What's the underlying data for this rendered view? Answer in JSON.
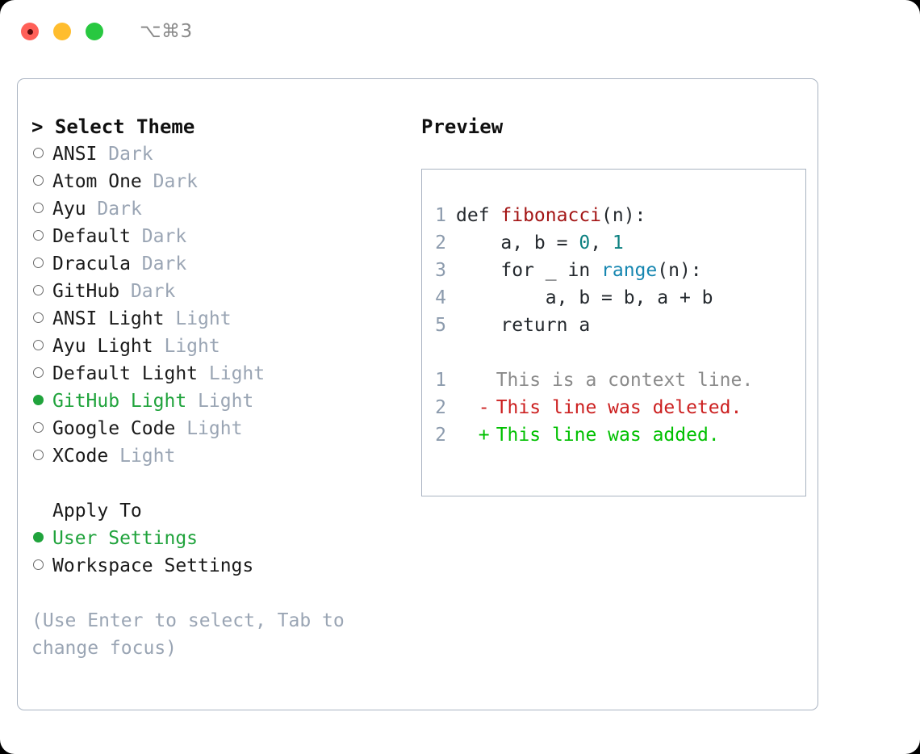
{
  "window": {
    "shortcut": "⌥⌘3",
    "traffic_lights": [
      {
        "name": "close",
        "color": "#ff6058"
      },
      {
        "name": "minimize",
        "color": "#ffbd2e"
      },
      {
        "name": "maximize",
        "color": "#28c840"
      }
    ]
  },
  "theme_list": {
    "header": "> Select Theme",
    "items": [
      {
        "name": "ANSI",
        "variant": "Dark",
        "selected": false
      },
      {
        "name": "Atom One",
        "variant": "Dark",
        "selected": false
      },
      {
        "name": "Ayu",
        "variant": "Dark",
        "selected": false
      },
      {
        "name": "Default",
        "variant": "Dark",
        "selected": false
      },
      {
        "name": "Dracula",
        "variant": "Dark",
        "selected": false
      },
      {
        "name": "GitHub",
        "variant": "Dark",
        "selected": false
      },
      {
        "name": "ANSI Light",
        "variant": "Light",
        "selected": false
      },
      {
        "name": "Ayu Light",
        "variant": "Light",
        "selected": false
      },
      {
        "name": "Default Light",
        "variant": "Light",
        "selected": false
      },
      {
        "name": "GitHub Light",
        "variant": "Light",
        "selected": true
      },
      {
        "name": "Google Code",
        "variant": "Light",
        "selected": false
      },
      {
        "name": "XCode",
        "variant": "Light",
        "selected": false
      }
    ]
  },
  "apply_to": {
    "header": "Apply To",
    "options": [
      {
        "label": "User Settings",
        "selected": true
      },
      {
        "label": "Workspace Settings",
        "selected": false
      }
    ]
  },
  "hint": "(Use Enter to select, Tab to change focus)",
  "preview": {
    "title": "Preview",
    "code_lines": [
      {
        "lineno": "1",
        "tokens": [
          {
            "text": "def ",
            "kind": "plain"
          },
          {
            "text": "fibonacci",
            "kind": "func"
          },
          {
            "text": "(n):",
            "kind": "plain"
          }
        ]
      },
      {
        "lineno": "2",
        "tokens": [
          {
            "text": "    a, b = ",
            "kind": "plain"
          },
          {
            "text": "0",
            "kind": "num"
          },
          {
            "text": ", ",
            "kind": "plain"
          },
          {
            "text": "1",
            "kind": "num"
          }
        ]
      },
      {
        "lineno": "3",
        "tokens": [
          {
            "text": "    for _ in ",
            "kind": "plain"
          },
          {
            "text": "range",
            "kind": "call"
          },
          {
            "text": "(n):",
            "kind": "plain"
          }
        ]
      },
      {
        "lineno": "4",
        "tokens": [
          {
            "text": "        a, b = b, a + b",
            "kind": "plain"
          }
        ]
      },
      {
        "lineno": "5",
        "tokens": [
          {
            "text": "    return a",
            "kind": "plain"
          }
        ]
      }
    ],
    "diff_lines": [
      {
        "lineno": "1",
        "mark": " ",
        "text": "This is a context line.",
        "kind": "context"
      },
      {
        "lineno": "2",
        "mark": "-",
        "text": "This line was deleted.",
        "kind": "deleted"
      },
      {
        "lineno": "2",
        "mark": "+",
        "text": "This line was added.",
        "kind": "added"
      }
    ]
  }
}
